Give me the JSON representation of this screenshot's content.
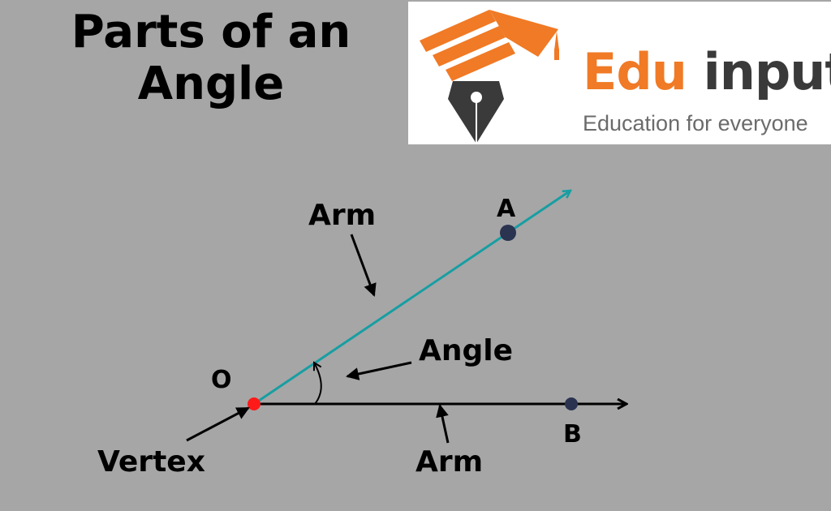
{
  "title": {
    "line1": "Parts of an",
    "line2": "Angle"
  },
  "logo": {
    "brand_part1": "Edu",
    "brand_part2": " input",
    "tagline": "Education for everyone",
    "icon": "graduation-cap-pen-nib-icon",
    "colors": {
      "orange": "#f07a25",
      "dark": "#3a3a3a"
    }
  },
  "diagram": {
    "labels": {
      "point_a": "A",
      "point_b": "B",
      "point_o": "O",
      "arm_upper": "Arm",
      "arm_lower": "Arm",
      "angle": "Angle",
      "vertex": "Vertex"
    },
    "colors": {
      "upper_arm": "#179ea3",
      "lower_arm": "#000000",
      "vertex_dot": "#ff1a1a",
      "point_dots": "#2a3350",
      "background": "#a6a6a6"
    }
  }
}
